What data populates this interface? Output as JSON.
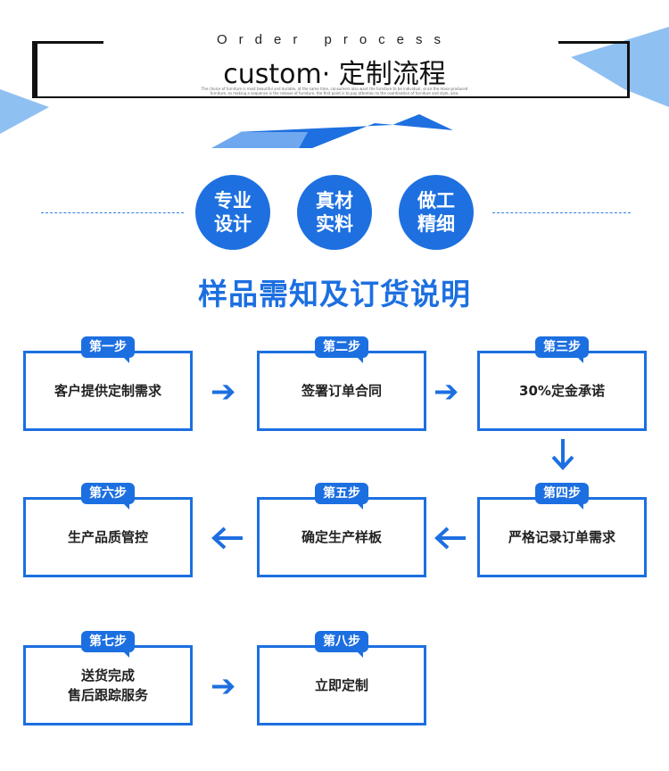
{
  "header": {
    "subtitle_en": "Order process",
    "title": "custom· 定制流程",
    "fine_print": "The choice of furniture is most beautiful and durable, at the same time, consumers also want the furniture to be individual, since the mass-produced furniture, so making a sequence is the release of furniture, the first point is to pay attention to the coordination of furniture and style, also."
  },
  "features": [
    "专业\n设计",
    "真材\n实料",
    "做工\n精细"
  ],
  "section_title": "样品需知及订货说明",
  "steps": [
    {
      "tag": "第一步",
      "text": "客户提供定制需求"
    },
    {
      "tag": "第二步",
      "text": "签署订单合同"
    },
    {
      "tag": "第三步",
      "text": "30%定金承诺"
    },
    {
      "tag": "第四步",
      "text": "严格记录订单需求"
    },
    {
      "tag": "第五步",
      "text": "确定生产样板"
    },
    {
      "tag": "第六步",
      "text": "生产品质管控"
    },
    {
      "tag": "第七步",
      "text": "送货完成\n售后跟踪服务"
    },
    {
      "tag": "第八步",
      "text": "立即定制"
    }
  ],
  "colors": {
    "accent": "#1c6fe0",
    "light_accent": "#8fc0f2"
  },
  "icons": {
    "right": "arrow-right-icon",
    "left": "arrow-left-icon",
    "down": "arrow-down-icon"
  }
}
